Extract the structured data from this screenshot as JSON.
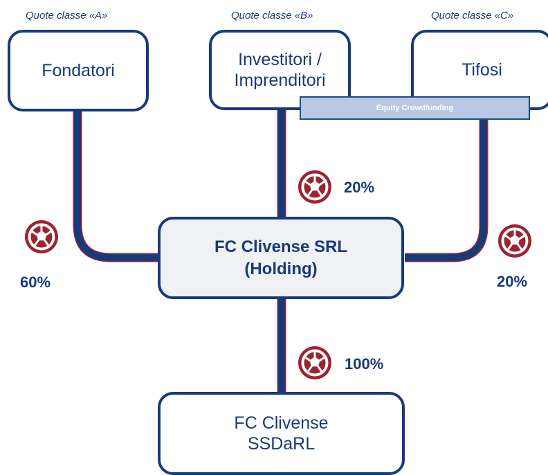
{
  "labels": {
    "class_a": "Quote classe «A»",
    "class_b": "Quote classe «B»",
    "class_c": "Quote classe «C»"
  },
  "nodes": {
    "founders": "Fondatori",
    "investors": "Investitori /\nImprenditori",
    "fans": "Tifosi",
    "holding": "FC Clivense SRL\n(Holding)",
    "ssdarl": "FC Clivense\nSSDaRL"
  },
  "funding_banner": "Equity Crowdfunding",
  "ownership": {
    "founders": "60%",
    "investors": "20%",
    "fans": "20%",
    "ssdarl": "100%"
  },
  "colors": {
    "primary": "#173a7a",
    "accent": "#9b2433",
    "holding_fill": "#f0f1f5",
    "banner_fill": "#b7c9e5"
  },
  "icons": {
    "share_marker": "soccer-ball-icon"
  }
}
